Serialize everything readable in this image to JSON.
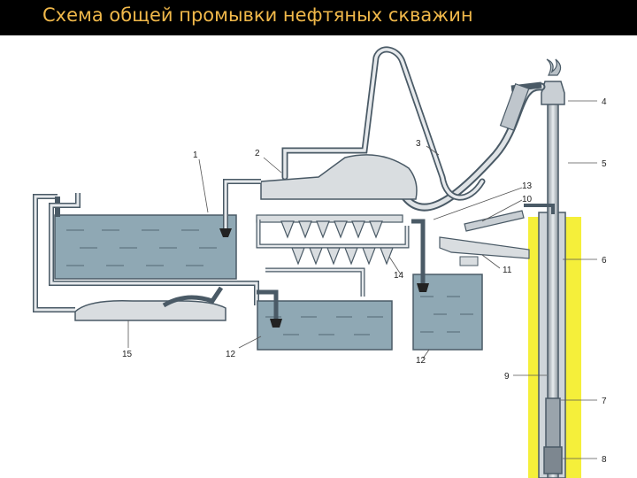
{
  "title": "Схема общей промывки нефтяных скважин",
  "colors": {
    "title_bg": "#000000",
    "title_text": "#f0b84a",
    "water": "#8fa8b4",
    "equipment": "#d9dde0",
    "outline": "#4a5a66",
    "formation": "#f5ef3a"
  },
  "labels": {
    "n1": "1",
    "n2": "2",
    "n3": "3",
    "n4": "4",
    "n5": "5",
    "n6": "6",
    "n7": "7",
    "n8": "8",
    "n9": "9",
    "n10": "10",
    "n11": "11",
    "n12a": "12",
    "n12b": "12",
    "n13": "13",
    "n14": "14",
    "n15": "15"
  }
}
